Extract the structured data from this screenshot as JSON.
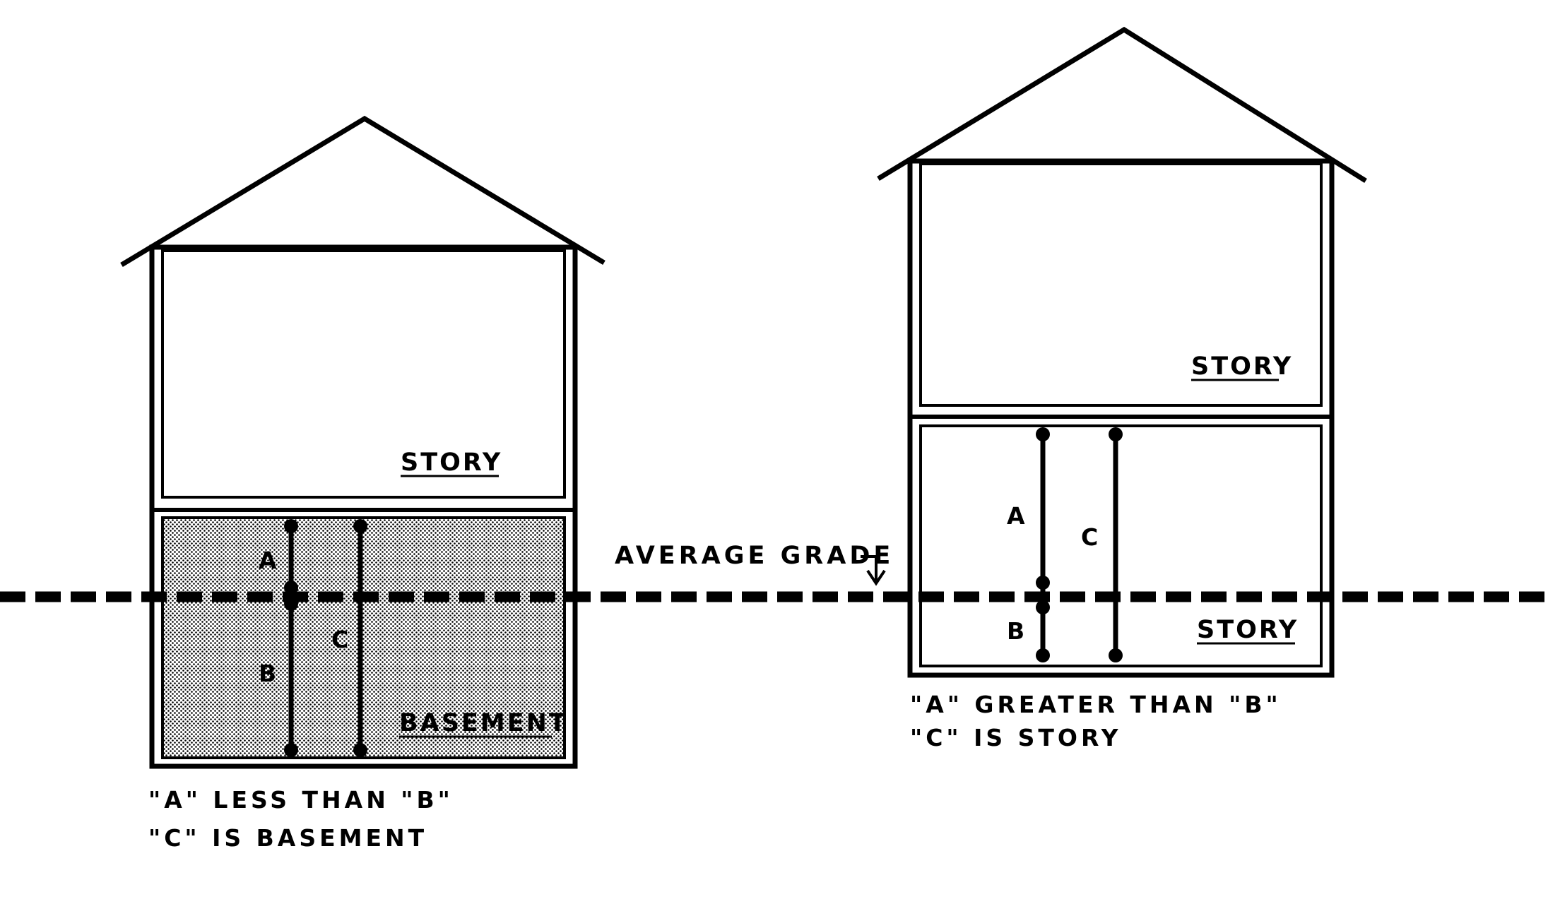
{
  "grade_label": "AVERAGE GRADE",
  "left_house": {
    "upper_label": "STORY",
    "lower_label": "BASEMENT",
    "dim_a": "A",
    "dim_b": "B",
    "dim_c": "C",
    "caption_line1": "\"A\" LESS THAN \"B\"",
    "caption_line2": "\"C\" IS BASEMENT"
  },
  "right_house": {
    "upper_label": "STORY",
    "lower_label": "STORY",
    "dim_a": "A",
    "dim_b": "B",
    "dim_c": "C",
    "caption_line1": "\"A\" GREATER THAN \"B\"",
    "caption_line2": "\"C\" IS STORY"
  },
  "colors": {
    "ink": "#000000",
    "paper": "#ffffff",
    "basement_shade": "#c8c8c8"
  }
}
